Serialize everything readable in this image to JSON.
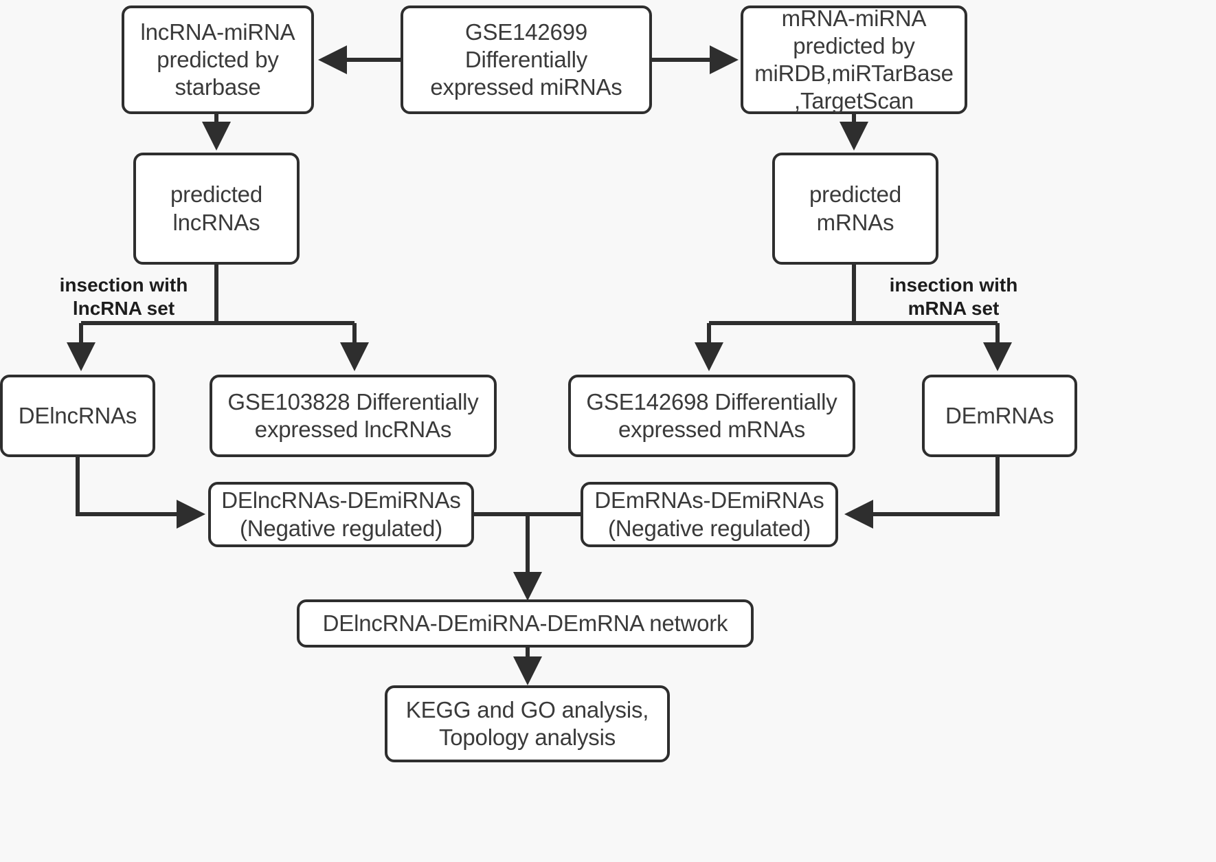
{
  "diagram": {
    "title": "lncRNA-miRNA-mRNA ceRNA network construction workflow",
    "background_color": "#f8f8f8",
    "node_border_color": "#2e2e2e",
    "node_fill_color": "#ffffff",
    "text_color": "#3a3a3a",
    "edge_color": "#2e2e2e",
    "nodes": [
      {
        "id": "lnc_mi_pred",
        "label": "lncRNA-miRNA\npredicted by\nstarbase"
      },
      {
        "id": "gse142699",
        "label": "GSE142699\nDifferentially\nexpressed miRNAs"
      },
      {
        "id": "m_mi_pred",
        "label": "mRNA-miRNA\npredicted by\nmiRDB,miRTarBase\n,TargetScan"
      },
      {
        "id": "pred_lnc",
        "label": "predicted\nlncRNAs"
      },
      {
        "id": "pred_m",
        "label": "predicted\nmRNAs"
      },
      {
        "id": "delncrnas",
        "label": "DElncRNAs"
      },
      {
        "id": "gse103828",
        "label": "GSE103828 Differentially\nexpressed lncRNAs"
      },
      {
        "id": "gse142698",
        "label": "GSE142698 Differentially\nexpressed mRNAs"
      },
      {
        "id": "demrnas",
        "label": "DEmRNAs"
      },
      {
        "id": "lnc_mi_neg",
        "label": "DElncRNAs-DEmiRNAs\n(Negative regulated)"
      },
      {
        "id": "m_mi_neg",
        "label": "DEmRNAs-DEmiRNAs\n(Negative regulated)"
      },
      {
        "id": "network",
        "label": "DElncRNA-DEmiRNA-DEmRNA network"
      },
      {
        "id": "analysis",
        "label": "KEGG and GO analysis,\nTopology analysis"
      }
    ],
    "edge_labels": [
      {
        "id": "left_intersection",
        "label": "insection with\nlncRNA set"
      },
      {
        "id": "right_intersection",
        "label": "insection with\nmRNA set"
      }
    ]
  }
}
